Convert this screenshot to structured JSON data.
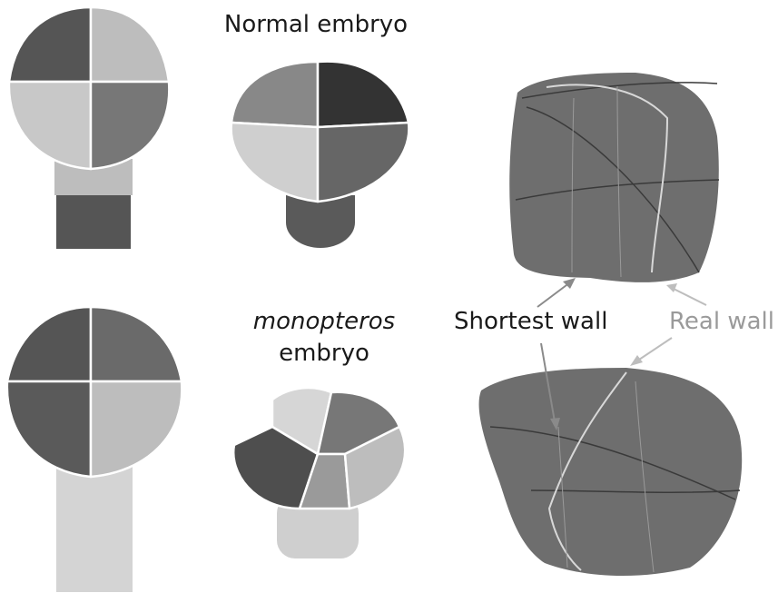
{
  "labels": {
    "normal_title": "Normal embryo",
    "mutant_title_line1": "monopteros",
    "mutant_title_line2": "embryo",
    "shortest_wall": "Shortest wall",
    "real_wall": "Real wall"
  },
  "colors": {
    "dark": "#555555",
    "mid": "#777777",
    "light": "#bdbdbd",
    "lighter": "#d6d6d6",
    "cell_surface": "#6e6e6e",
    "real_wall_line": "#cfcfcf",
    "shortest_wall_line": "#3a3a3a"
  }
}
